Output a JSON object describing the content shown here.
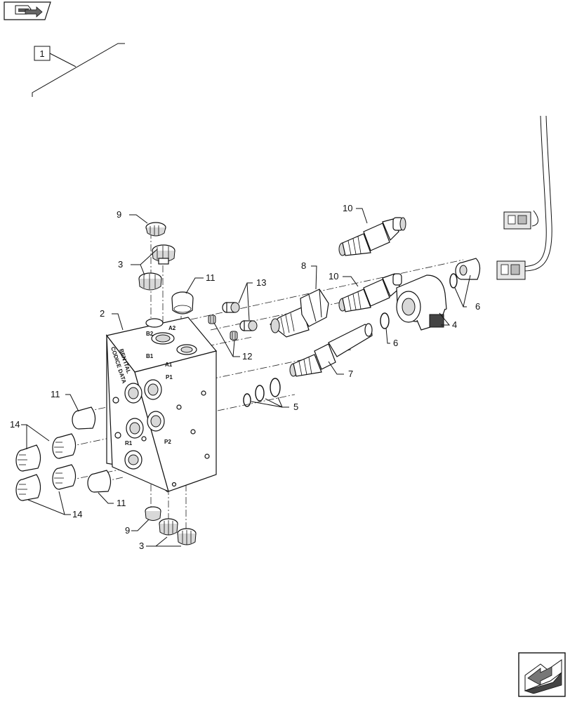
{
  "callouts": {
    "ref": "1",
    "c2": "2",
    "c3_top": "3",
    "c3_bottom": "3",
    "c4": "4",
    "c5": "5",
    "c6_top": "6",
    "c6_bottom": "6",
    "c7": "7",
    "c8": "8",
    "c9_top": "9",
    "c9_bottom": "9",
    "c10_top": "10",
    "c10_mid": "10",
    "c11_top": "11",
    "c11_left": "11",
    "c11_bottom": "11",
    "c12": "12",
    "c13": "13",
    "c14_top": "14",
    "c14_bottom": "14"
  },
  "block_markings": {
    "a1": "A1",
    "b1": "B1",
    "p1": "P1",
    "p2": "P2",
    "a2": "A2",
    "b2": "B2",
    "r1": "R1",
    "side_text_1": "CODICE DATA",
    "side_text_2": "BEN ITAL"
  },
  "icons": {
    "top_left": "navigate-back-icon",
    "bottom_right": "navigate-next-icon"
  }
}
